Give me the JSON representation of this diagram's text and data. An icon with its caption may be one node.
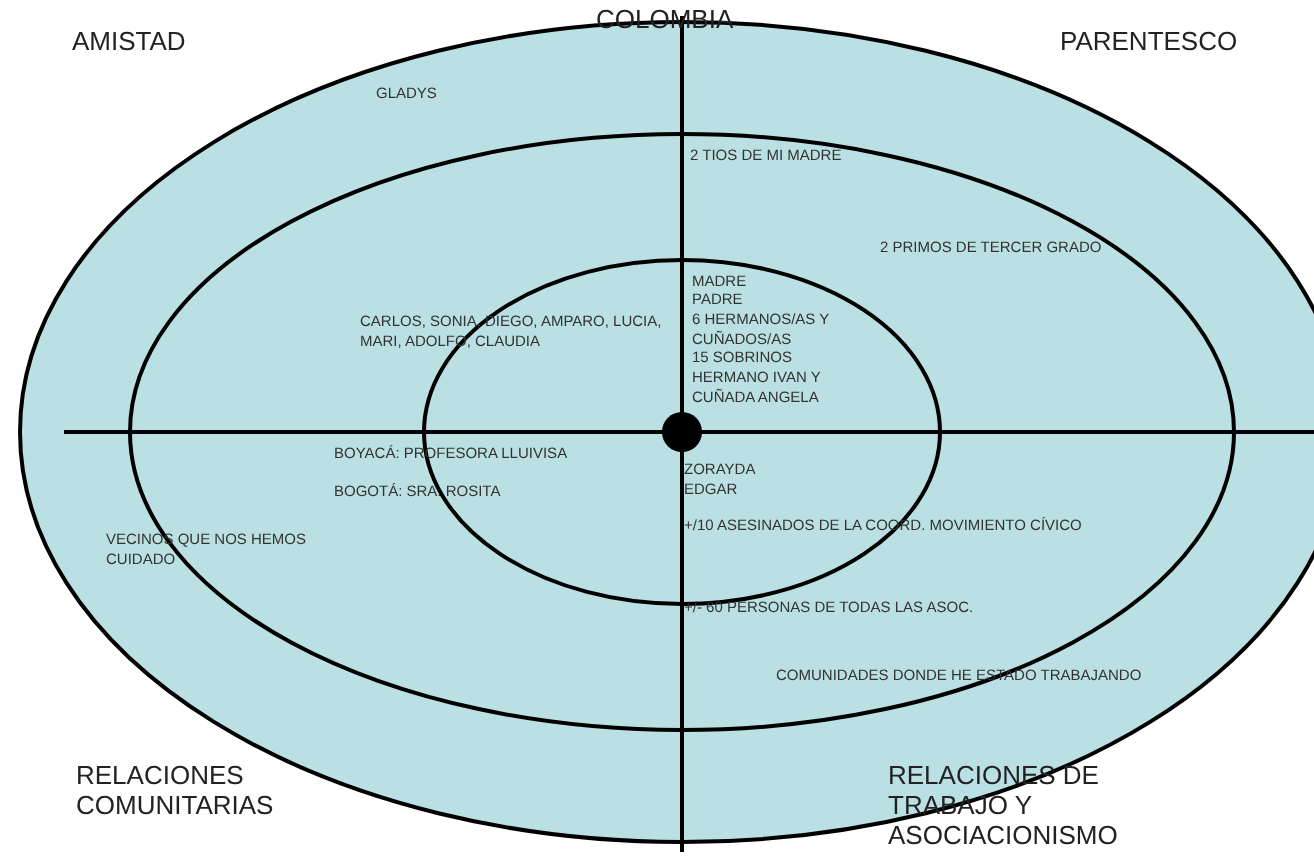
{
  "diagram": {
    "title": "COLOMBIA",
    "labels": [
      "AMISTAD",
      "PARENTESCO",
      "GLADYS",
      "2 TIOS DE MI MADRE",
      "2 PRIMOS DE TERCER GRADO",
      "MADRE",
      "PADRE",
      "6 HERMANOS/AS Y CUÑADOS/AS",
      "15 SOBRINOS",
      "HERMANO IVAN Y CUÑADA ANGELA",
      "CARLOS, SONIA, DIEGO, AMPARO, LUCIA, MARI, ADOLFO, CLAUDIA",
      "BOYACÁ: PROFESORA LLUIVISA",
      "BOGOTÁ: SRA. ROSITA",
      "ZORAYDA",
      "EDGAR",
      "+/10 ASESINADOS DE LA COORD. MOVIMIENTO CÍVICO",
      "VECINOS QUE NOS HEMOS CUIDADO",
      "+/- 60 PERSONAS DE TODAS LAS ASOC.",
      "COMUNIDADES DONDE HE ESTADO TRABAJANDO",
      "RELACIONES COMUNITARIAS",
      "RELACIONES DE TRABAJO Y ASOCIACIONISMO"
    ]
  }
}
